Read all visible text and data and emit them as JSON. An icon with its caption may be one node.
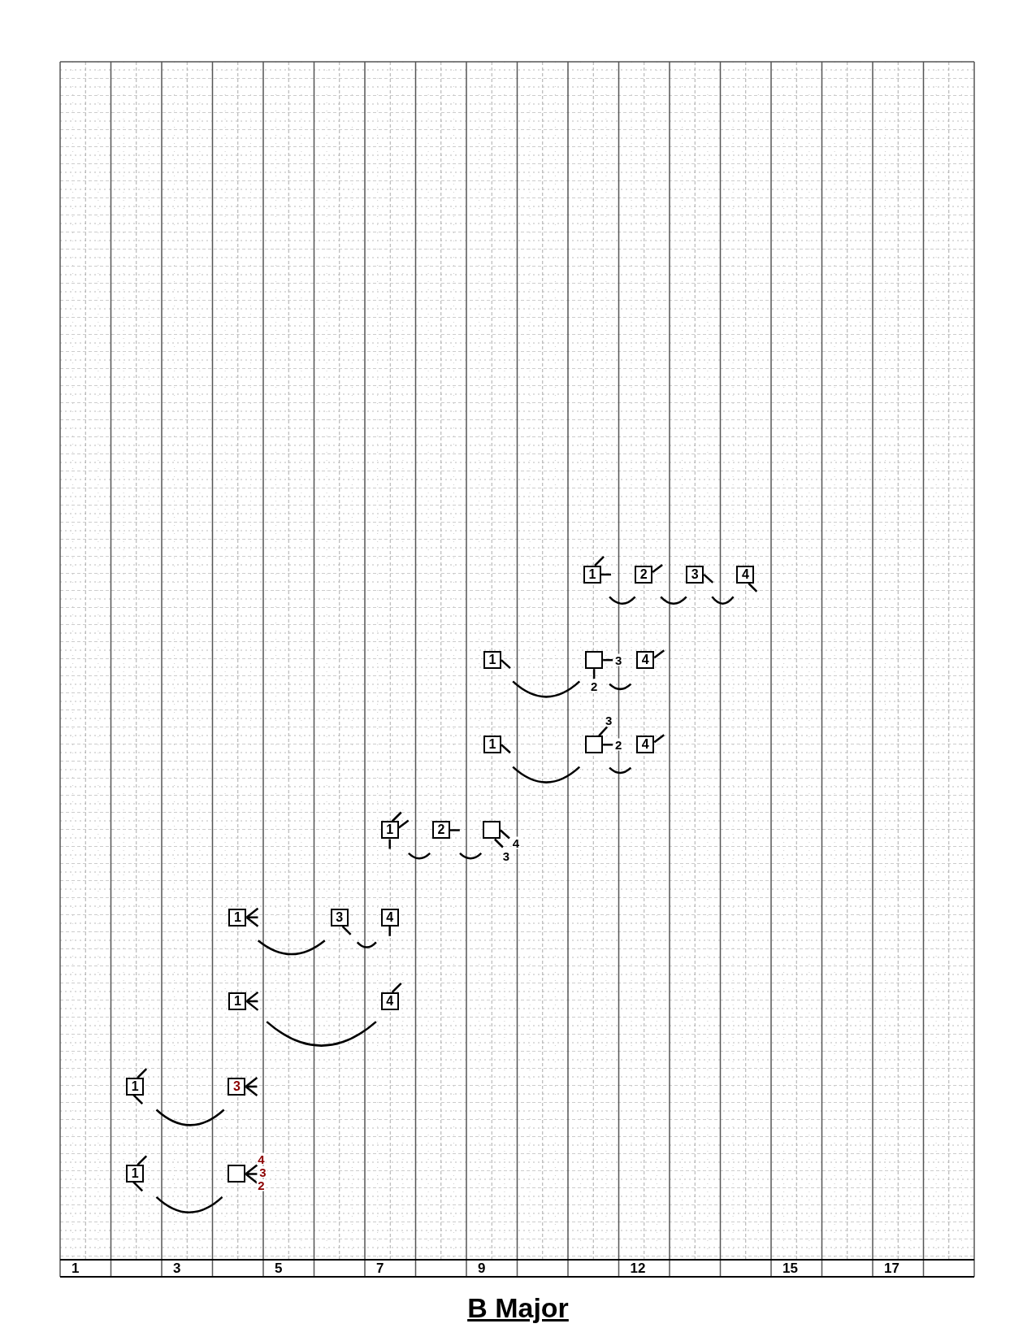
{
  "diagram": {
    "title": "B Major",
    "nodes": [
      {
        "text": [
          "1"
        ]
      },
      {
        "text": [
          "2"
        ]
      },
      {
        "text": [
          "3"
        ]
      },
      {
        "text": [
          "4"
        ]
      },
      {
        "text": [
          "1"
        ]
      },
      {
        "text": [],
        "shape": "box",
        "beside": [
          "3",
          "2"
        ]
      },
      {
        "text": [
          "4"
        ]
      },
      {
        "text": [
          "1"
        ]
      },
      {
        "text": [],
        "shape": "box",
        "beside": [
          "3",
          "2"
        ]
      },
      {
        "text": [
          "4"
        ]
      },
      {
        "text": [
          "1"
        ]
      },
      {
        "text": [
          "2"
        ]
      },
      {
        "text": [],
        "shape": "box",
        "beside": [
          "4",
          "3"
        ]
      },
      {
        "text": [
          "1"
        ]
      },
      {
        "text": [
          "3"
        ]
      },
      {
        "text": [
          "4"
        ]
      },
      {
        "text": [
          "1"
        ]
      },
      {
        "text": [
          "4"
        ]
      },
      {
        "text": [
          "1"
        ]
      },
      {
        "text": [
          "3"
        ]
      },
      {
        "text": [
          "1"
        ]
      },
      {
        "text": [],
        "shape": "box",
        "beside": [
          "4",
          "3",
          "2"
        ]
      }
    ],
    "edges": [],
    "labels": [
      "1",
      "3",
      "5",
      "7",
      "9",
      "12",
      "15",
      "17"
    ]
  }
}
